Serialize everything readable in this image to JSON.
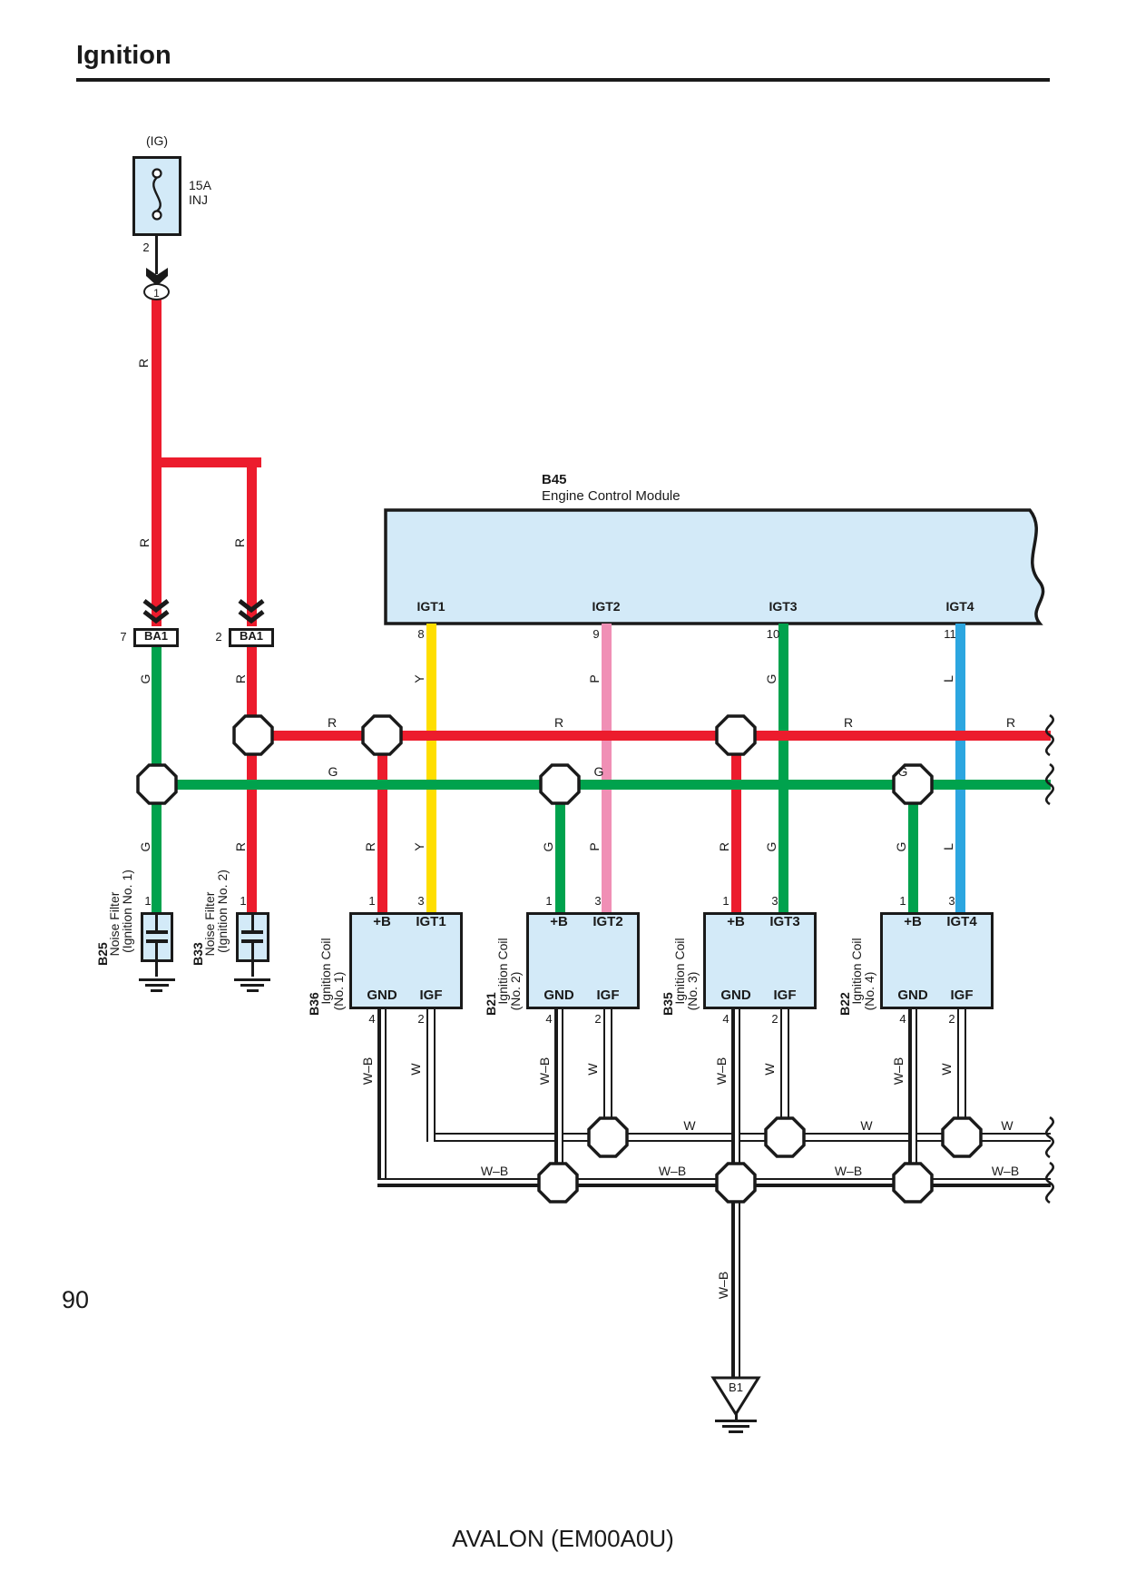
{
  "page": {
    "title": "Ignition",
    "page_number": "90",
    "footer": "AVALON (EM00A0U)"
  },
  "colors": {
    "red": "#EC1C2D",
    "green": "#00A24D",
    "yellow": "#FFDE00",
    "pink": "#F08FB5",
    "light_blue": "#2CA6E0",
    "box_fill": "#D3EAF8",
    "line": "#1A1A1A"
  },
  "wire_code_labels": {
    "r": "R",
    "g": "G",
    "y": "Y",
    "p": "P",
    "l": "L",
    "w": "W",
    "wb": "W–B"
  },
  "fuse": {
    "bank": "(IG)",
    "rating": "15A",
    "circuit": "INJ",
    "pin": "2",
    "splice": "1"
  },
  "ba1": {
    "label": "BA1",
    "pin_left": "7",
    "pin_right": "2"
  },
  "ecm": {
    "code": "B45",
    "name": "Engine Control Module",
    "pins": [
      {
        "number": "8",
        "label": "IGT1"
      },
      {
        "number": "9",
        "label": "IGT2"
      },
      {
        "number": "10",
        "label": "IGT3"
      },
      {
        "number": "11",
        "label": "IGT4"
      }
    ]
  },
  "noise_filters": [
    {
      "code": "B25",
      "name": "Noise Filter",
      "sub": "(Ignition No. 1)",
      "pin": "1"
    },
    {
      "code": "B33",
      "name": "Noise Filter",
      "sub": "(Ignition No. 2)",
      "pin": "1"
    }
  ],
  "coils": [
    {
      "code": "B36",
      "name": "Ignition Coil",
      "sub": "(No. 1)",
      "label_plus_b": "+B",
      "label_igt": "IGT1",
      "label_gnd": "GND",
      "label_igf": "IGF",
      "pin_plus_b": "1",
      "pin_igt": "3",
      "pin_gnd": "4",
      "pin_igf": "2"
    },
    {
      "code": "B21",
      "name": "Ignition Coil",
      "sub": "(No. 2)",
      "label_plus_b": "+B",
      "label_igt": "IGT2",
      "label_gnd": "GND",
      "label_igf": "IGF",
      "pin_plus_b": "1",
      "pin_igt": "3",
      "pin_gnd": "4",
      "pin_igf": "2"
    },
    {
      "code": "B35",
      "name": "Ignition Coil",
      "sub": "(No. 3)",
      "label_plus_b": "+B",
      "label_igt": "IGT3",
      "label_gnd": "GND",
      "label_igf": "IGF",
      "pin_plus_b": "1",
      "pin_igt": "3",
      "pin_gnd": "4",
      "pin_igf": "2"
    },
    {
      "code": "B22",
      "name": "Ignition Coil",
      "sub": "(No. 4)",
      "label_plus_b": "+B",
      "label_igt": "IGT4",
      "label_gnd": "GND",
      "label_igf": "IGF",
      "pin_plus_b": "1",
      "pin_igt": "3",
      "pin_gnd": "4",
      "pin_igf": "2"
    }
  ],
  "ground": {
    "code": "B1"
  }
}
